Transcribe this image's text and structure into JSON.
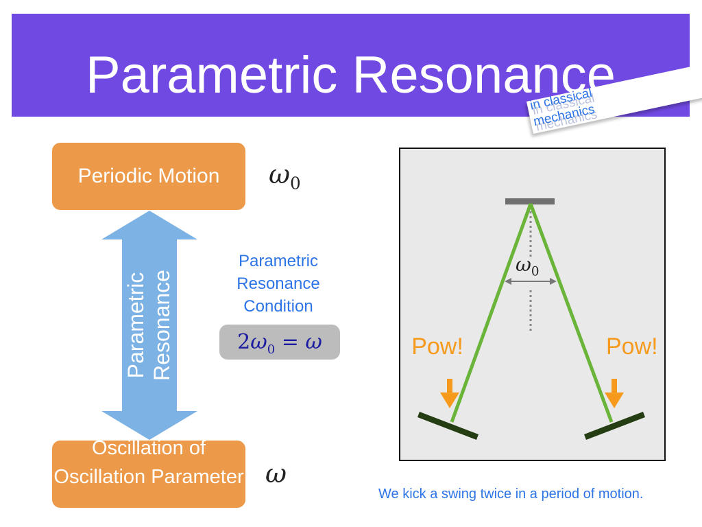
{
  "header": {
    "title": "Parametric Resonance",
    "note": "in classical mechanics"
  },
  "diagram": {
    "top_box_label": "Periodic Motion",
    "top_symbol": "ω",
    "top_symbol_sub": "0",
    "bottom_box_label": "Oscillation of Oscillation Parameter",
    "bottom_symbol": "ω",
    "arrow_label": "Parametric Resonance",
    "condition_label": "Parametric Resonance Condition",
    "formula": {
      "coef": "2",
      "sym": "ω",
      "sub": "0",
      "eq": " = ",
      "rhs": "ω"
    }
  },
  "illustration": {
    "left_pow": "Pow!",
    "right_pow": "Pow!",
    "angle_symbol": "ω",
    "angle_sub": "0",
    "caption": "We kick a swing twice in a period of motion.",
    "colors": {
      "rope": "#6ab43a",
      "seat": "#243d12",
      "pivot": "#707070",
      "kick_arrow": "#f59a1c",
      "frame_bg": "#e9e9e9"
    }
  },
  "colors": {
    "banner": "#7049e2",
    "box": "#ec9a4a",
    "arrow": "#7cb2e4",
    "accent_text": "#2d74e6",
    "formula_pill": "#bcbcbc"
  }
}
